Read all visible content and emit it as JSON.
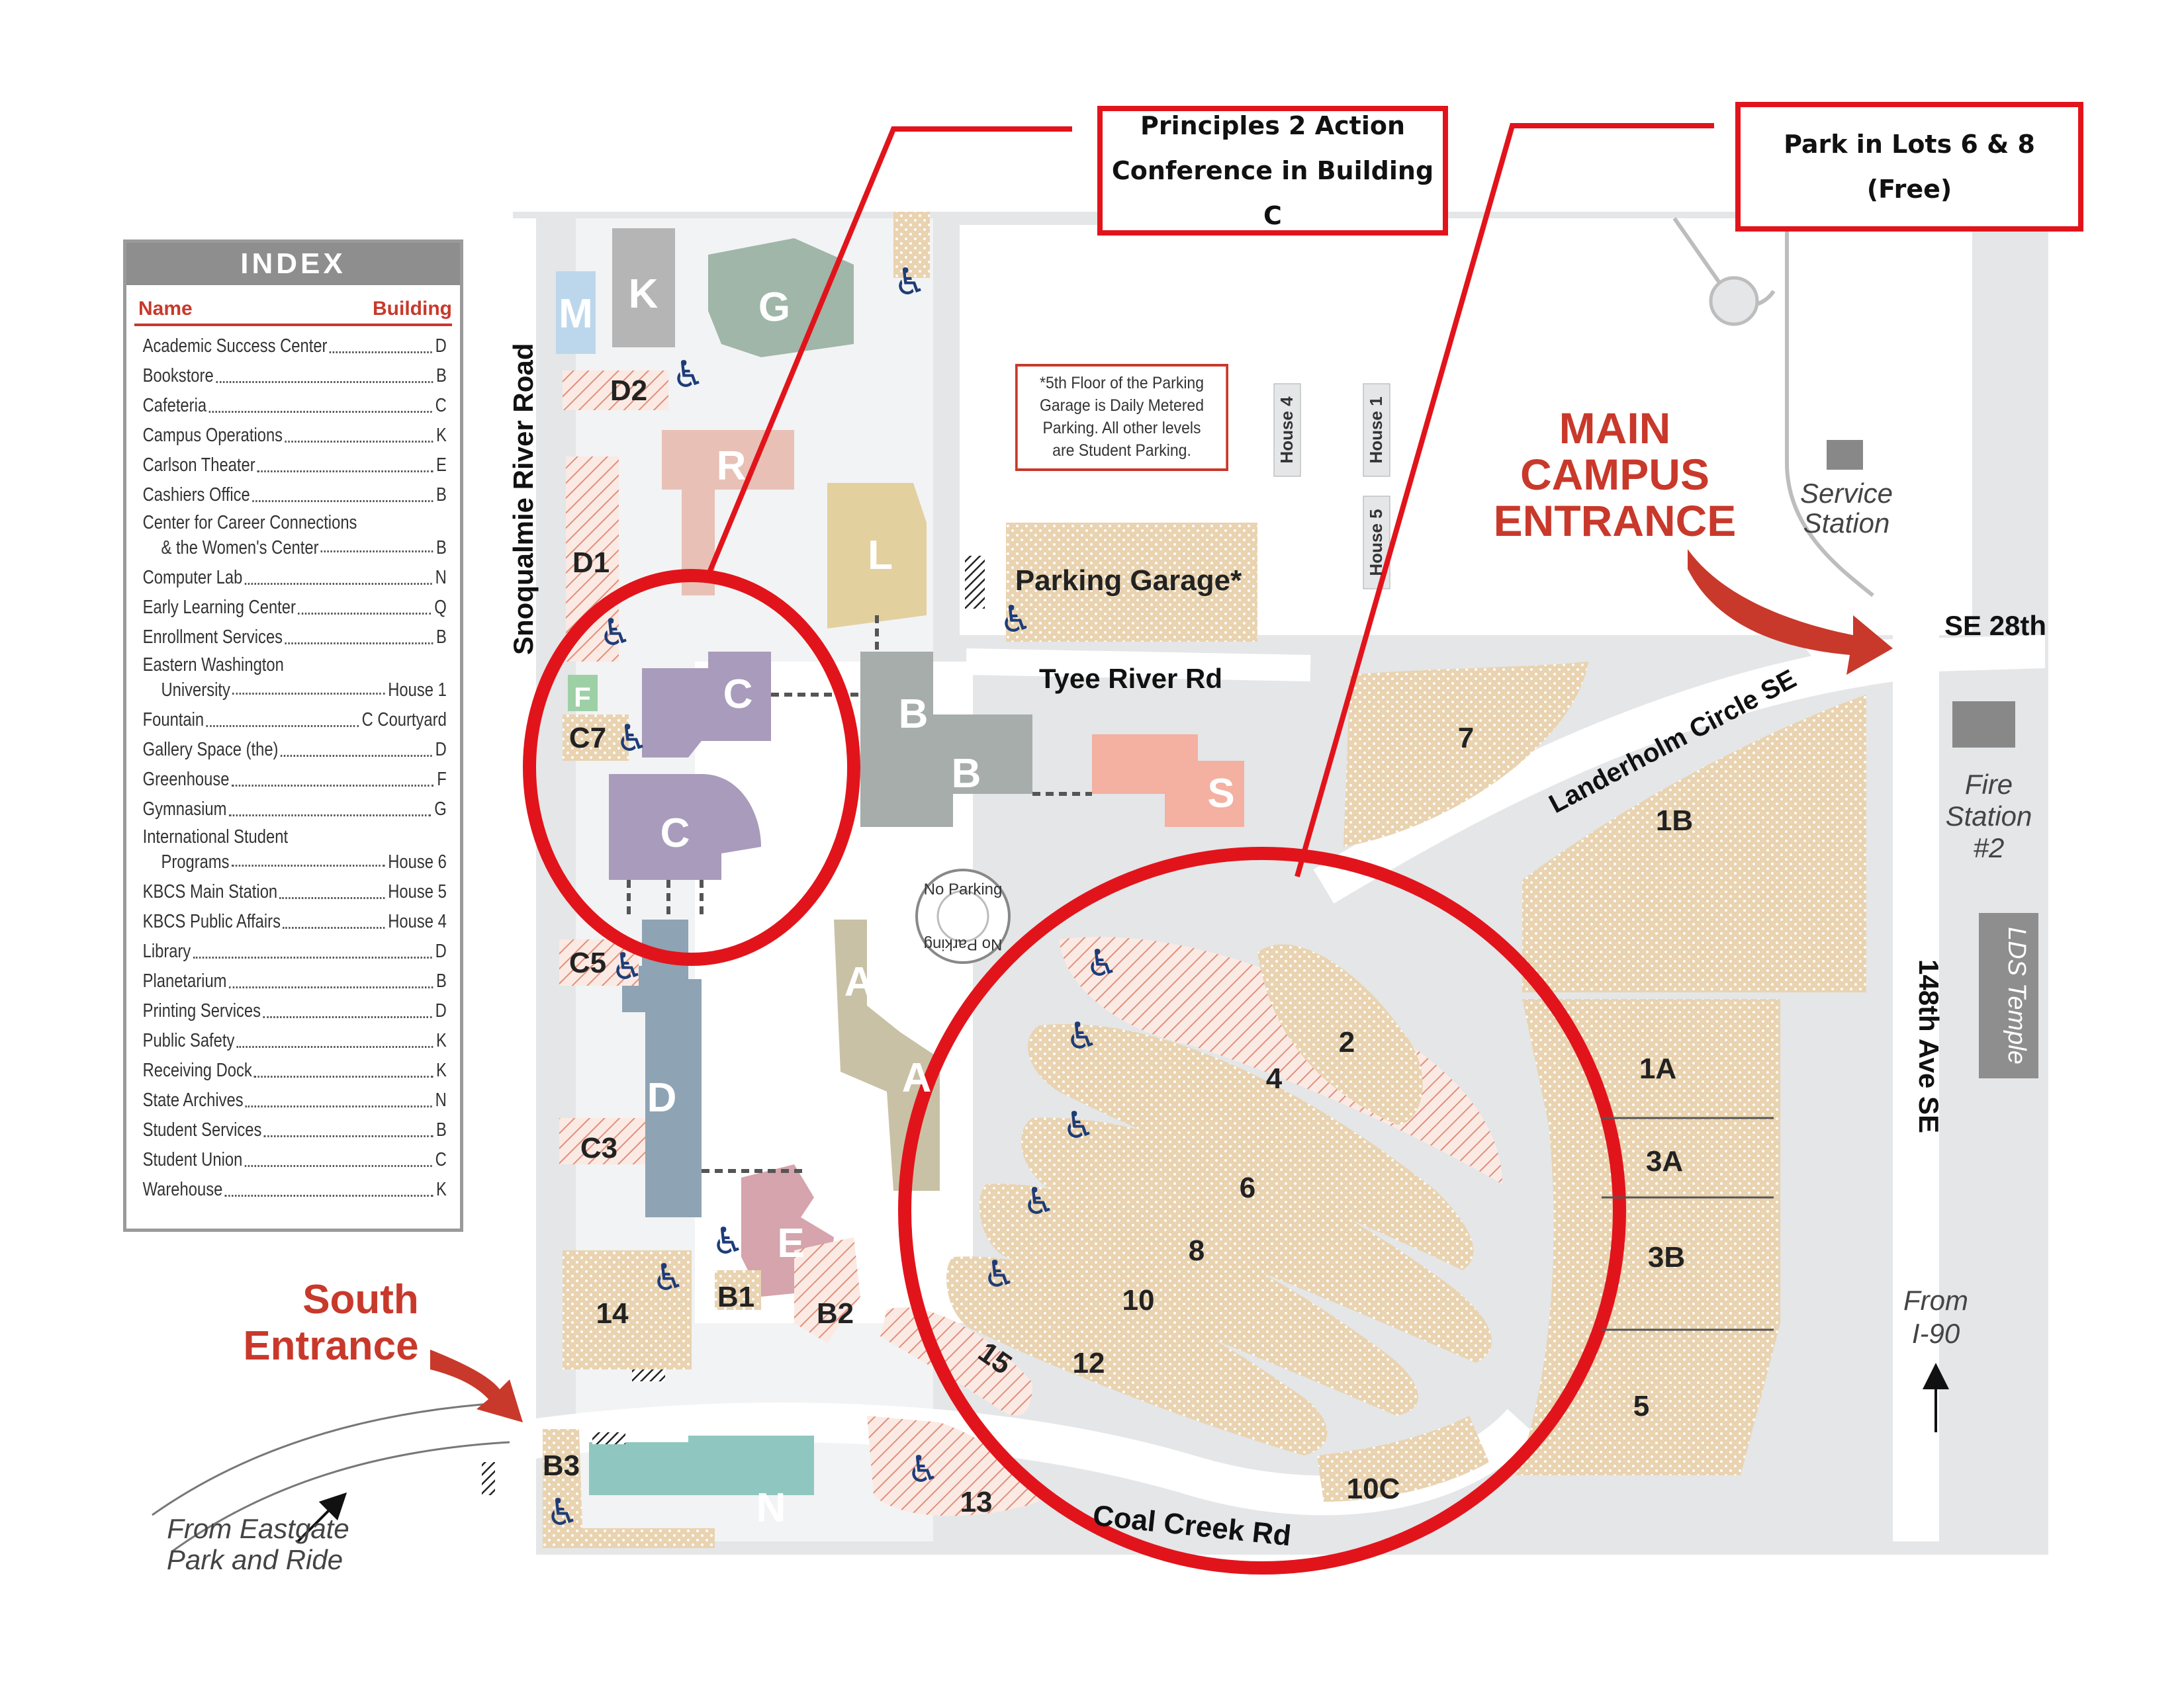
{
  "callouts": {
    "conference": [
      "Principles 2 Action",
      "Conference in Building C"
    ],
    "parking": [
      "Park in Lots 6 & 8",
      "(Free)"
    ]
  },
  "index": {
    "title": "INDEX",
    "name_header": "Name",
    "building_header": "Building",
    "entries": [
      {
        "name": "Academic Success Center",
        "building": "D"
      },
      {
        "name": "Bookstore",
        "building": "B"
      },
      {
        "name": "Cafeteria",
        "building": "C"
      },
      {
        "name": "Campus Operations",
        "building": "K"
      },
      {
        "name": "Carlson Theater",
        "building": "E"
      },
      {
        "name": "Cashiers Office",
        "building": "B"
      },
      {
        "name": "Center for Career Connections",
        "name2": "& the Women's Center",
        "building": "B"
      },
      {
        "name": "Computer Lab",
        "building": "N"
      },
      {
        "name": "Early Learning Center",
        "building": "Q"
      },
      {
        "name": "Enrollment Services",
        "building": "B"
      },
      {
        "name": "Eastern Washington",
        "name2": "University",
        "building": "House 1"
      },
      {
        "name": "Fountain",
        "building": "C Courtyard"
      },
      {
        "name": "Gallery Space (the)",
        "building": "D"
      },
      {
        "name": "Greenhouse",
        "building": "F"
      },
      {
        "name": "Gymnasium",
        "building": "G"
      },
      {
        "name": "International Student",
        "name2": "Programs",
        "building": "House 6"
      },
      {
        "name": "KBCS Main Station",
        "building": "House 5"
      },
      {
        "name": "KBCS Public Affairs",
        "building": "House 4"
      },
      {
        "name": "Library",
        "building": "D"
      },
      {
        "name": "Planetarium",
        "building": "B"
      },
      {
        "name": "Printing Services",
        "building": "D"
      },
      {
        "name": "Public Safety",
        "building": "K"
      },
      {
        "name": "Receiving Dock",
        "building": "K"
      },
      {
        "name": "State Archives",
        "building": "N"
      },
      {
        "name": "Student Services",
        "building": "B"
      },
      {
        "name": "Student Union",
        "building": "C"
      },
      {
        "name": "Warehouse",
        "building": "K"
      }
    ]
  },
  "garage_note": [
    "*5th Floor of the Parking",
    "Garage is Daily Metered",
    "Parking. All other levels",
    "are Student Parking."
  ],
  "entrances": {
    "main": [
      "MAIN",
      "CAMPUS",
      "ENTRANCE"
    ],
    "south": [
      "South",
      "Entrance"
    ]
  },
  "roads": {
    "snoqualmie": "Snoqualmie River Road",
    "tyee": "Tyee River Rd",
    "landerholm": "Landerholm Circle SE",
    "coal_creek": "Coal Creek Rd",
    "se28": "SE 28th",
    "ave148": "148th Ave SE",
    "no_parking": "No Parking"
  },
  "places": {
    "service_station": [
      "Service",
      "Station"
    ],
    "fire_station": [
      "Fire",
      "Station",
      "#2"
    ],
    "lds_temple": "LDS Temple",
    "from_i90": [
      "From",
      "I-90"
    ],
    "from_eastgate": [
      "From Eastgate",
      "Park and Ride"
    ],
    "parking_garage": "Parking Garage*",
    "house4": "House 4",
    "house1": "House 1",
    "house5": "House 5"
  },
  "buildings": [
    "M",
    "K",
    "G",
    "R",
    "L",
    "C",
    "C",
    "B",
    "B",
    "S",
    "F",
    "A",
    "A",
    "D",
    "E",
    "N"
  ],
  "lots": [
    "D2",
    "D1",
    "C7",
    "C5",
    "C3",
    "14",
    "B1",
    "B2",
    "B3",
    "13",
    "15",
    "12",
    "10",
    "8",
    "6",
    "4",
    "2",
    "7",
    "1B",
    "1A",
    "3A",
    "3B",
    "5",
    "10C"
  ],
  "colors": {
    "highlight_red": "#e2141b",
    "lot_tan": "#e8d2ae",
    "road_gray": "#e4e6e8",
    "arrow_red": "#c8392b"
  }
}
